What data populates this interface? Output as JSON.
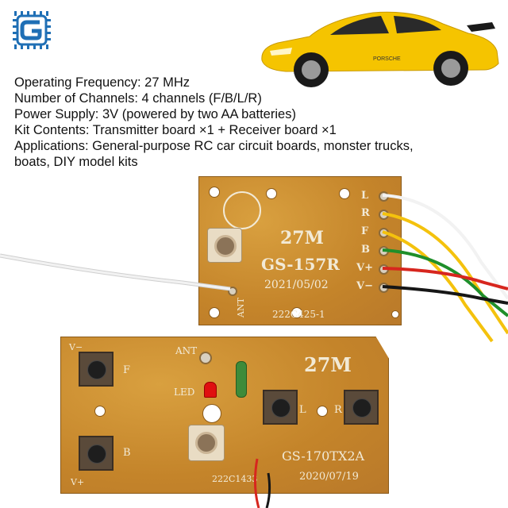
{
  "specs": [
    "Operating Frequency: 27 MHz",
    "Number of Channels: 4 channels (F/B/L/R)",
    "Power Supply: 3V (powered by two AA batteries)",
    "Kit Contents: Transmitter board ×1 + Receiver board ×1",
    "Applications: General-purpose RC car circuit boards, monster trucks,",
    "boats, DIY model kits"
  ],
  "car": {
    "badge": "PORSCHE",
    "color": "#f5c400"
  },
  "receiver_board": {
    "frequency": "27M",
    "model": "GS-157R",
    "date": "2021/05/02",
    "code": "222C425-1",
    "ant": "ANT",
    "pins": [
      "L",
      "R",
      "F",
      "B",
      "V+",
      "V−"
    ]
  },
  "transmitter_board": {
    "frequency": "27M",
    "model": "GS-170TX2A",
    "date": "2020/07/19",
    "code": "222C1433",
    "ant": "ANT",
    "led": "LED",
    "vminus": "V−",
    "vplus": "V+",
    "buttons": [
      "F",
      "B",
      "L",
      "R"
    ]
  },
  "colors": {
    "pcb": "#c98a2c",
    "wire_white": "#f2f2f2",
    "wire_yellow": "#f4c20d",
    "wire_green": "#1f8f2a",
    "wire_red": "#d7261e",
    "wire_black": "#161616",
    "logo_blue": "#1f6fb5"
  },
  "icons": [
    "brand-logo-icon",
    "chip-icon"
  ]
}
